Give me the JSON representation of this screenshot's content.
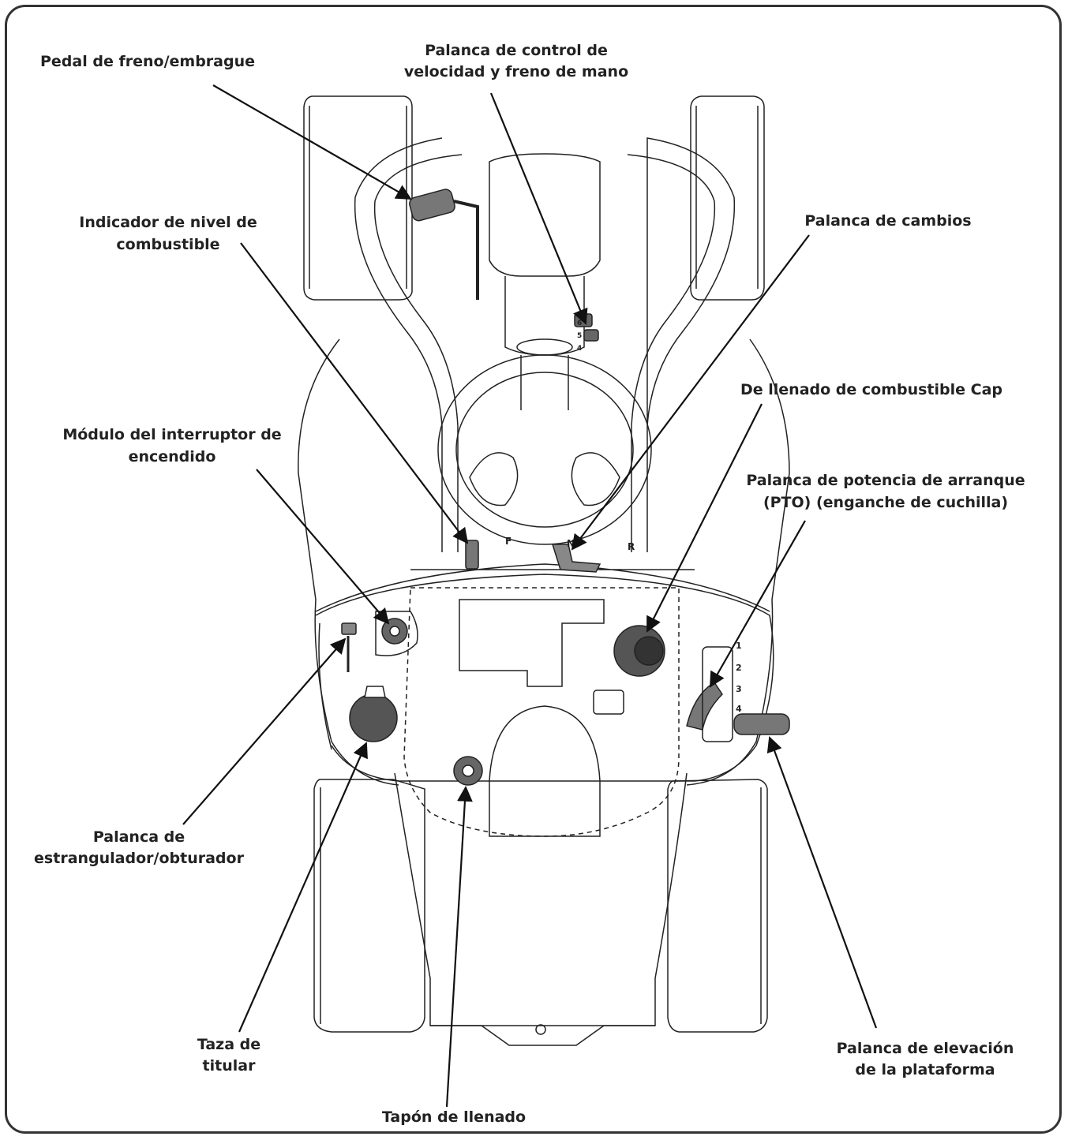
{
  "labels": {
    "pedal": "Pedal de freno/embrague",
    "speed_control_l1": "Palanca de control de",
    "speed_control_l2": "velocidad y freno de mano",
    "fuel_gauge_l1": "Indicador de nivel de",
    "fuel_gauge_l2": "combustible",
    "shift_lever": "Palanca de cambios",
    "fuel_cap": "De llenado de combustible Cap",
    "ignition_l1": "Módulo del interruptor de",
    "ignition_l2": "encendido",
    "pto_l1": "Palanca de potencia de arranque",
    "pto_l2": "(PTO) (enganche de cuchilla)",
    "choke_l1": "Palanca de",
    "choke_l2": "estrangulador/obturador",
    "cup_l1": "Taza de",
    "cup_l2": "titular",
    "fill_plug": "Tapón de llenado",
    "deck_lift_l1": "Palanca de elevación",
    "deck_lift_l2": "de la plataforma"
  },
  "dash_marks": {
    "forward": "F",
    "neutral": "N",
    "reverse": "R",
    "deck_heights": [
      "1",
      "2",
      "3",
      "4"
    ],
    "speed_marks": [
      "6",
      "5",
      "4"
    ]
  }
}
